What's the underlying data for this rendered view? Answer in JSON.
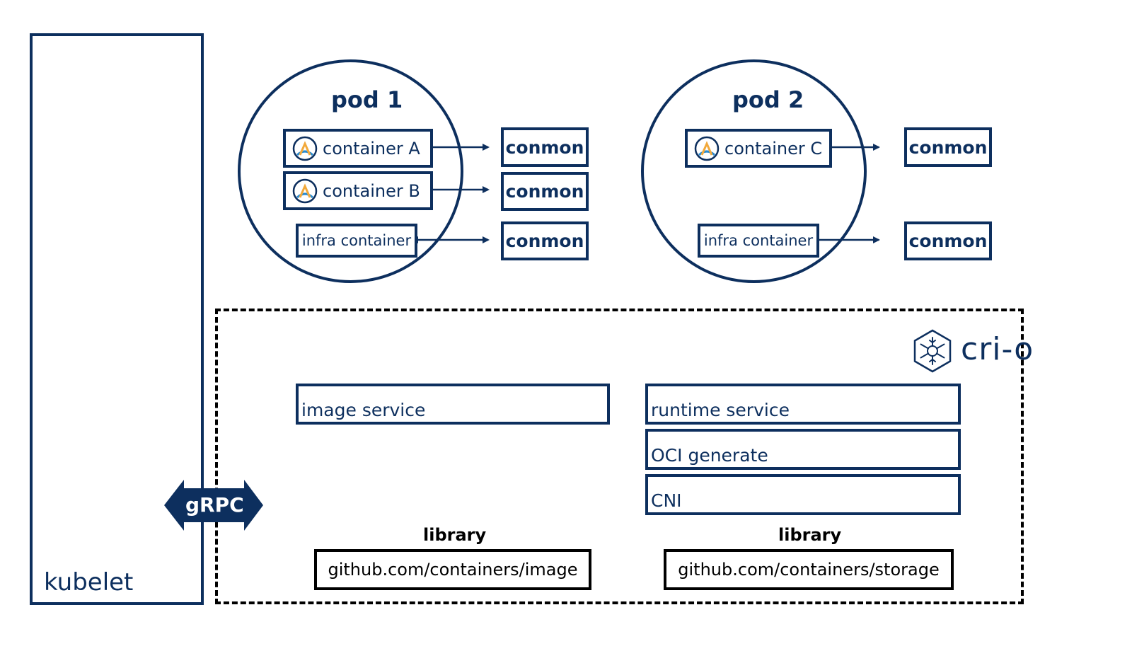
{
  "kubelet": {
    "label": "kubelet"
  },
  "grpc": {
    "label": "gRPC"
  },
  "pods": [
    {
      "title": "pod 1",
      "containers": [
        "container A",
        "container B"
      ],
      "infra": "infra container",
      "conmon": [
        "conmon",
        "conmon",
        "conmon"
      ]
    },
    {
      "title": "pod 2",
      "containers": [
        "container C"
      ],
      "infra": "infra container",
      "conmon": [
        "conmon",
        "conmon"
      ]
    }
  ],
  "crio": {
    "logo_text": "cri-o",
    "logo_icon": "snowflake-hexagon-icon",
    "image_service": "image service",
    "runtime_service": "runtime service",
    "oci_generate": "OCI generate",
    "cni": "CNI",
    "cni_icon": "cni-layers-icon",
    "libraries": [
      {
        "heading": "library",
        "name": "github.com/containers/image"
      },
      {
        "heading": "library",
        "name": "github.com/containers/storage"
      }
    ]
  },
  "colors": {
    "navy": "#0d2f5e",
    "black": "#000000",
    "teal": "#4fb8a6",
    "orange": "#f2a93b",
    "blue": "#2a8bd1"
  }
}
